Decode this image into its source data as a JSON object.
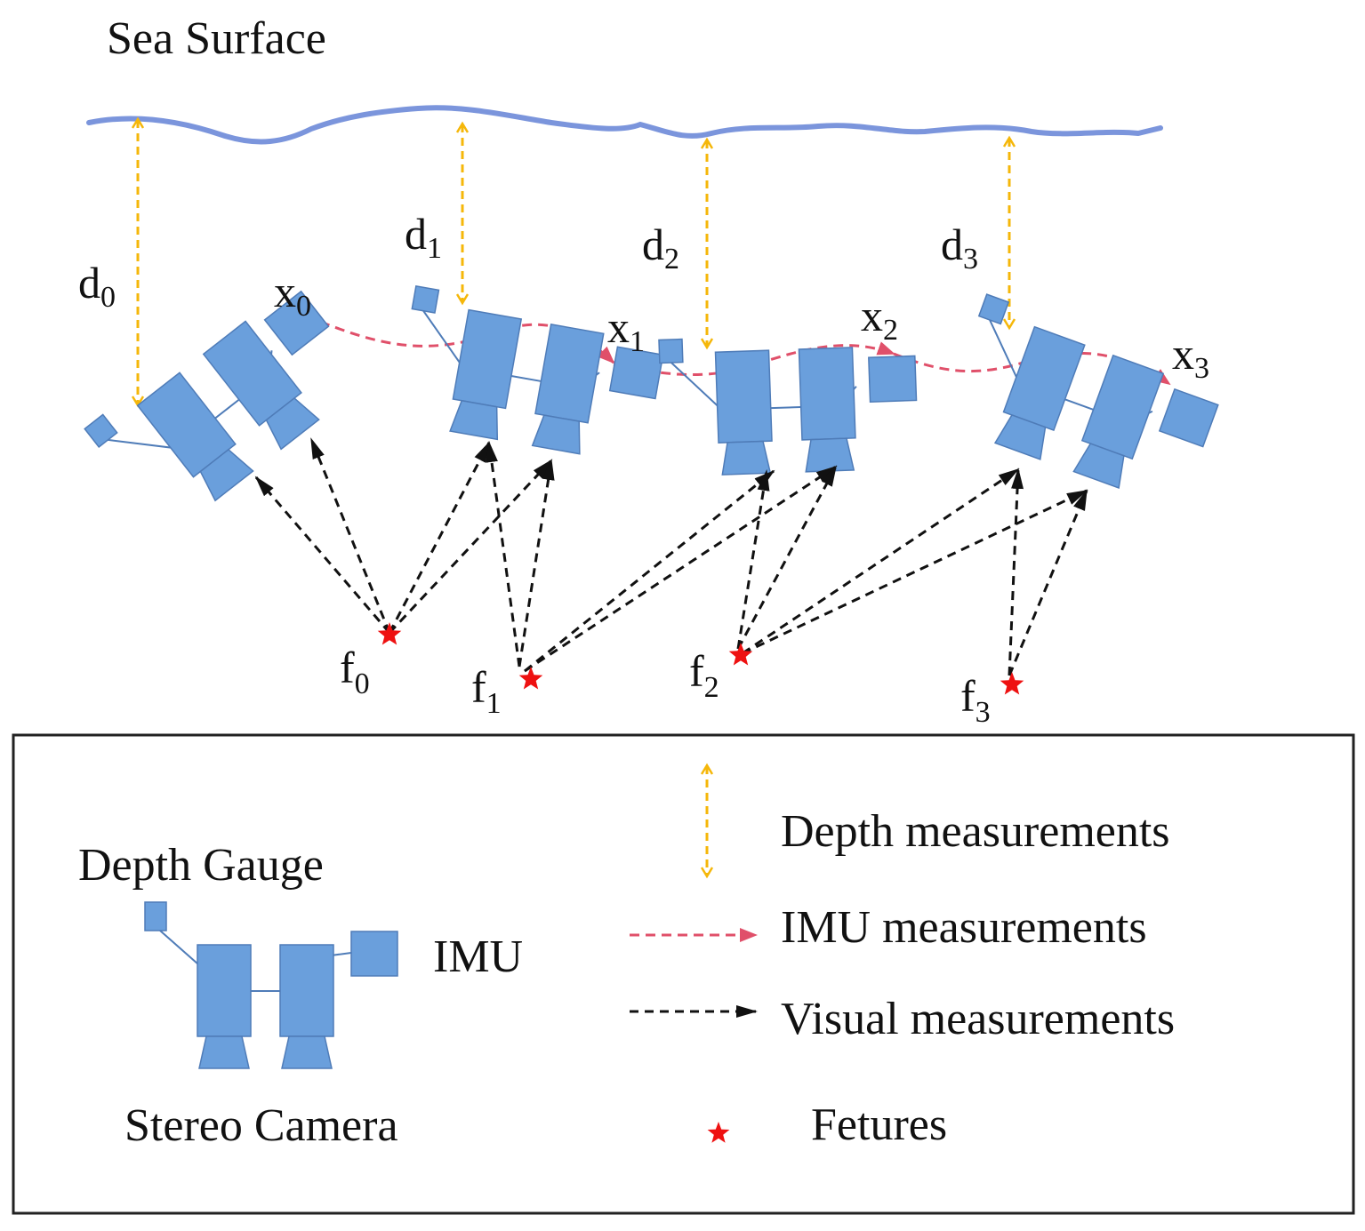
{
  "title": "Sea Surface",
  "colors": {
    "sea": "#7b95dc",
    "device": "#6a9fdc",
    "device_stroke": "#4f7cb8",
    "depth": "#f5b70a",
    "imu": "#e0506a",
    "visual": "#111111",
    "feature": "#ee1111"
  },
  "depth_labels": [
    {
      "base": "d",
      "sub": "0"
    },
    {
      "base": "d",
      "sub": "1"
    },
    {
      "base": "d",
      "sub": "2"
    },
    {
      "base": "d",
      "sub": "3"
    }
  ],
  "pose_labels": [
    {
      "base": "x",
      "sub": "0"
    },
    {
      "base": "x",
      "sub": "1"
    },
    {
      "base": "x",
      "sub": "2"
    },
    {
      "base": "x",
      "sub": "3"
    }
  ],
  "feature_labels": [
    {
      "base": "f",
      "sub": "0"
    },
    {
      "base": "f",
      "sub": "1"
    },
    {
      "base": "f",
      "sub": "2"
    },
    {
      "base": "f",
      "sub": "3"
    }
  ],
  "legend": {
    "depth_gauge": "Depth Gauge",
    "imu": "IMU",
    "stereo_camera": "Stereo Camera",
    "depth_measurements": "Depth measurements",
    "imu_measurements": "IMU measurements",
    "visual_measurements": "Visual measurements",
    "features": "Fetures"
  },
  "icons": [
    "depth-arrow-icon",
    "imu-arrow-icon",
    "visual-arrow-icon",
    "feature-star-icon",
    "stereo-camera-icon"
  ]
}
